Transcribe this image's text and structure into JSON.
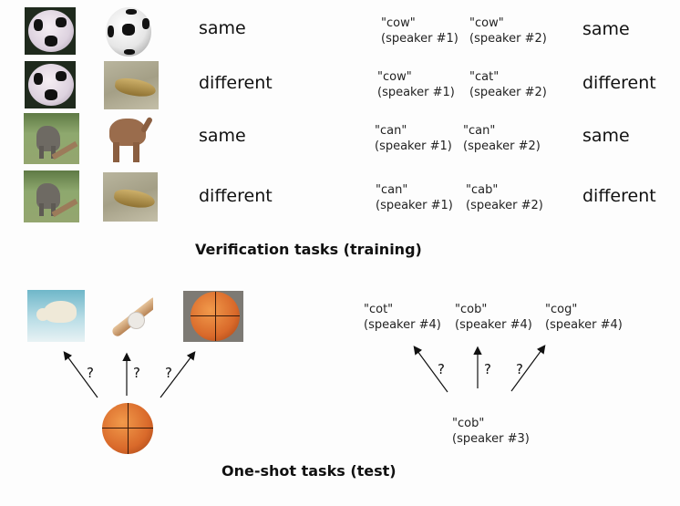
{
  "verification": {
    "title": "Verification tasks (training)",
    "image_rows": [
      {
        "left": "soccer-ball-on-grass",
        "right": "soccer-ball-cutout",
        "label": "same"
      },
      {
        "left": "soccer-ball-on-grass",
        "right": "crocodile-on-sand",
        "label": "different"
      },
      {
        "left": "elephant-in-grass",
        "right": "elephant-cutout",
        "label": "same"
      },
      {
        "left": "elephant-in-grass",
        "right": "crocodile-on-sand",
        "label": "different"
      }
    ],
    "speech_rows": [
      {
        "a_word": "\"cow\"",
        "a_speaker": "(speaker #1)",
        "b_word": "\"cow\"",
        "b_speaker": "(speaker #2)",
        "label": "same"
      },
      {
        "a_word": "\"cow\"",
        "a_speaker": "(speaker #1)",
        "b_word": "\"cat\"",
        "b_speaker": "(speaker #2)",
        "label": "different"
      },
      {
        "a_word": "\"can\"",
        "a_speaker": "(speaker #1)",
        "b_word": "\"can\"",
        "b_speaker": "(speaker #2)",
        "label": "same"
      },
      {
        "a_word": "\"can\"",
        "a_speaker": "(speaker #1)",
        "b_word": "\"cab\"",
        "b_speaker": "(speaker #2)",
        "label": "different"
      }
    ]
  },
  "oneshot": {
    "title": "One-shot tasks (test)",
    "image_candidates": [
      "polar-bear",
      "baseball-bat-and-ball",
      "basketball"
    ],
    "image_query": "basketball",
    "question_mark": "?",
    "speech_candidates": [
      {
        "word": "\"cot\"",
        "speaker": "(speaker #4)"
      },
      {
        "word": "\"cob\"",
        "speaker": "(speaker #4)"
      },
      {
        "word": "\"cog\"",
        "speaker": "(speaker #4)"
      }
    ],
    "speech_query": {
      "word": "\"cob\"",
      "speaker": "(speaker #3)"
    }
  }
}
